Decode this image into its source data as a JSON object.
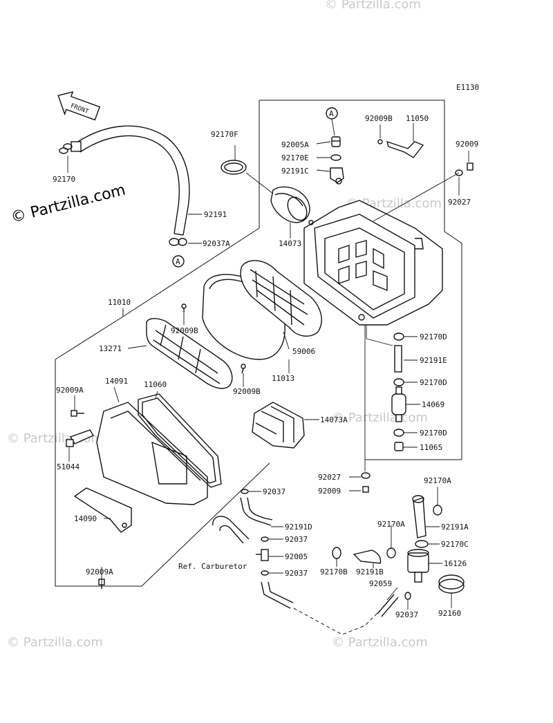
{
  "diagram_code": "E1130",
  "watermark": "© Partzilla.com",
  "front_label": "FRONT",
  "connector_marker": "A",
  "ref_label": "Ref. Carburetor",
  "parts": {
    "p92170F": "92170F",
    "p92005A": "92005A",
    "p92170E": "92170E",
    "p92191C": "92191C",
    "p92009B_top": "92009B",
    "p11050": "11050",
    "p92009_top": "92009",
    "p92027_top": "92027",
    "p92170_left": "92170",
    "p92191_hose": "92191",
    "p92037A": "92037A",
    "p14073": "14073",
    "p11010": "11010",
    "p92009B_mid": "92009B",
    "p13271": "13271",
    "p59006": "59006",
    "p11013": "11013",
    "p92009B_low": "92009B",
    "p92170D_1": "92170D",
    "p92191E": "92191E",
    "p92170D_2": "92170D",
    "p14069": "14069",
    "p92170D_3": "92170D",
    "p11065": "11065",
    "p92009A_top": "92009A",
    "p14091": "14091",
    "p11060": "11060",
    "p14073A": "14073A",
    "p51044": "51044",
    "p92027_mid": "92027",
    "p92009_mid": "92009",
    "p92170A_top": "92170A",
    "p92037_1": "92037",
    "p14090": "14090",
    "p92191D": "92191D",
    "p92191A": "92191A",
    "p92170A_mid": "92170A",
    "p92037_2": "92037",
    "p92170C": "92170C",
    "p92005": "92005",
    "p92170B": "92170B",
    "p92191B": "92191B",
    "p16126": "16126",
    "p92009A_low": "92009A",
    "p92037_3": "92037",
    "p92059": "92059",
    "p92037_4": "92037",
    "p92160": "92160"
  }
}
